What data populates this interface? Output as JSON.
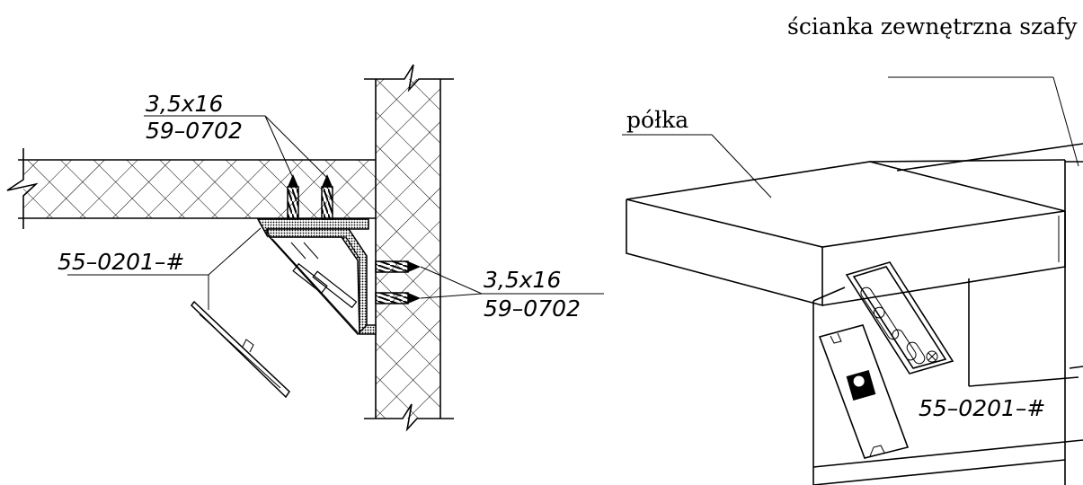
{
  "section_view": {
    "screw_top_label": "3,5x16",
    "screw_top_code": "59–0702",
    "bracket_label": "55–0201–#",
    "screw_side_label": "3,5x16",
    "screw_side_code": "59–0702"
  },
  "perspective_view": {
    "wall_label": "ścianka zewnętrzna szafy",
    "shelf_label": "półka",
    "bracket_label": "55–0201–#"
  },
  "colors": {
    "line": "#000000",
    "background": "#ffffff"
  }
}
